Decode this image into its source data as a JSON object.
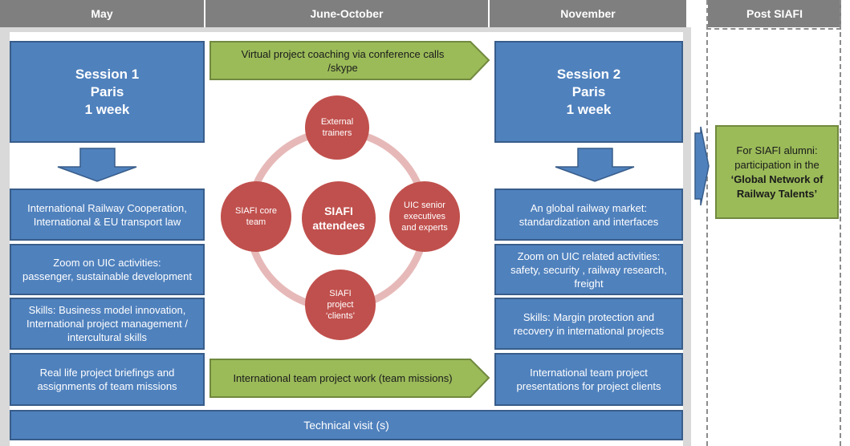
{
  "headers": {
    "may": "May",
    "june_october": "June-October",
    "november": "November",
    "post": "Post SIAFI"
  },
  "session1": "Session 1\nParis\n1 week",
  "session2": "Session 2\nParis\n1 week",
  "top_arrow": "Virtual project coaching via conference calls\n/skype",
  "bottom_arrow": "International team project work (team missions)",
  "left_boxes": [
    "International Railway Cooperation,\nInternational & EU transport law",
    "Zoom on UIC activities:\npassenger, sustainable development",
    "Skills: Business model innovation,\nInternational project management /\nintercultural skills",
    "Real life project briefings and\nassignments of team missions"
  ],
  "right_boxes": [
    "An global railway market:\nstandardization and interfaces",
    "Zoom on UIC related activities:\nsafety, security , railway research,\nfreight",
    "Skills: Margin protection and\nrecovery in international projects",
    "International team project\npresentations for project clients"
  ],
  "circles": {
    "center": "SIAFI\nattendees",
    "top": "External\ntrainers",
    "left": "SIAFI core\nteam",
    "right": "UIC senior\nexecutives\nand experts",
    "bottom": "SIAFI\nproject\n‘clients’"
  },
  "technical_visit": "Technical visit (s)",
  "alumni_line1": "For SIAFI alumni: participation in the",
  "alumni_line2": "‘Global Network of Railway Talents’",
  "colors": {
    "blue_fill": "#4f81bd",
    "blue_border": "#385d8a",
    "green_fill": "#9bbb59",
    "red_circle": "#c0504d",
    "ring": "#e6b9b8",
    "header_gray": "#7f7f7f"
  }
}
